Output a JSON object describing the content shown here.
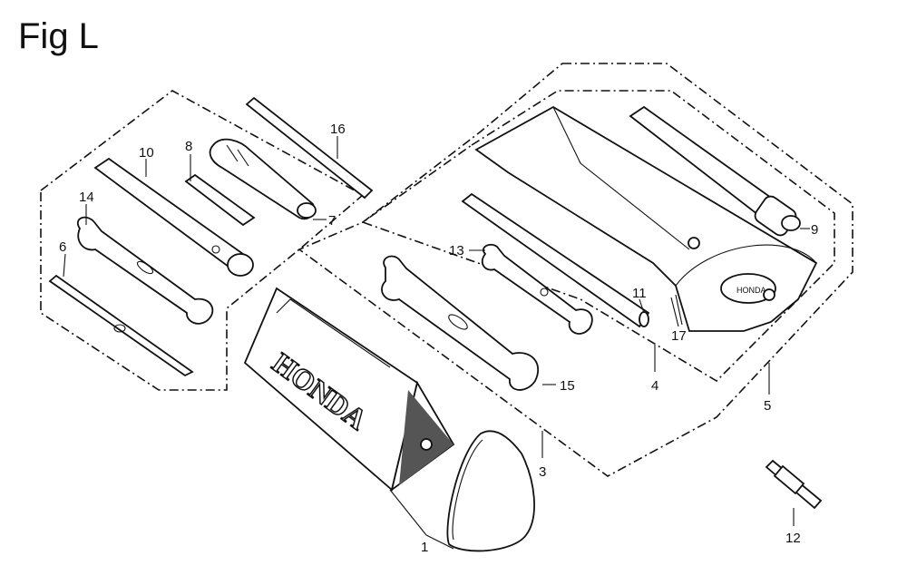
{
  "figure": {
    "title": "Fig L"
  },
  "brand_text": "HONDA",
  "callouts": {
    "c1": "1",
    "c3": "3",
    "c4": "4",
    "c5": "5",
    "c6": "6",
    "c7": "7",
    "c8": "8",
    "c9": "9",
    "c10": "10",
    "c11": "11",
    "c12": "12",
    "c13": "13",
    "c14": "14",
    "c15": "15",
    "c16": "16",
    "c17": "17"
  }
}
